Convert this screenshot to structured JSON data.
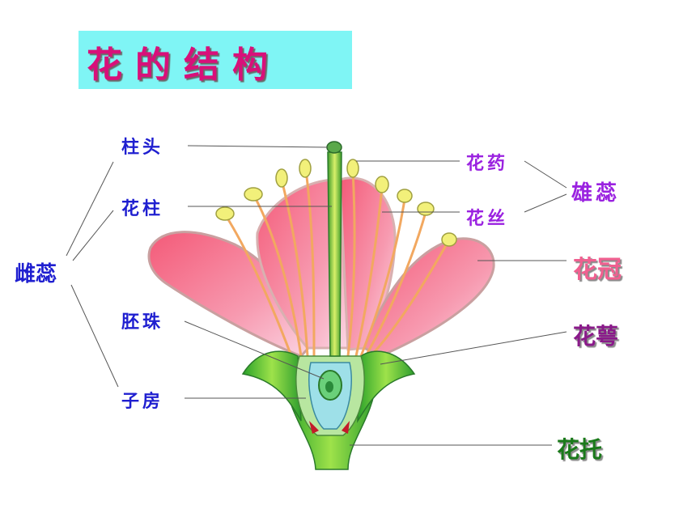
{
  "title": "花的结构",
  "labels": {
    "stigma": "柱头",
    "style": "花柱",
    "pistil": "雌蕊",
    "ovule": "胚珠",
    "ovary": "子房",
    "anther": "花药",
    "filament": "花丝",
    "stamen": "雄蕊",
    "corolla": "花冠",
    "calyx": "花萼",
    "receptacle": "花托"
  },
  "colors": {
    "title_background": "#7ff5f5",
    "title_text": "#d8107a",
    "pistil_labels": "#1f1fd0",
    "stamen_labels": "#9a22e0",
    "corolla_label": "#f06090",
    "calyx_label": "#8a1a8a",
    "receptacle_label": "#1a7a1a"
  }
}
